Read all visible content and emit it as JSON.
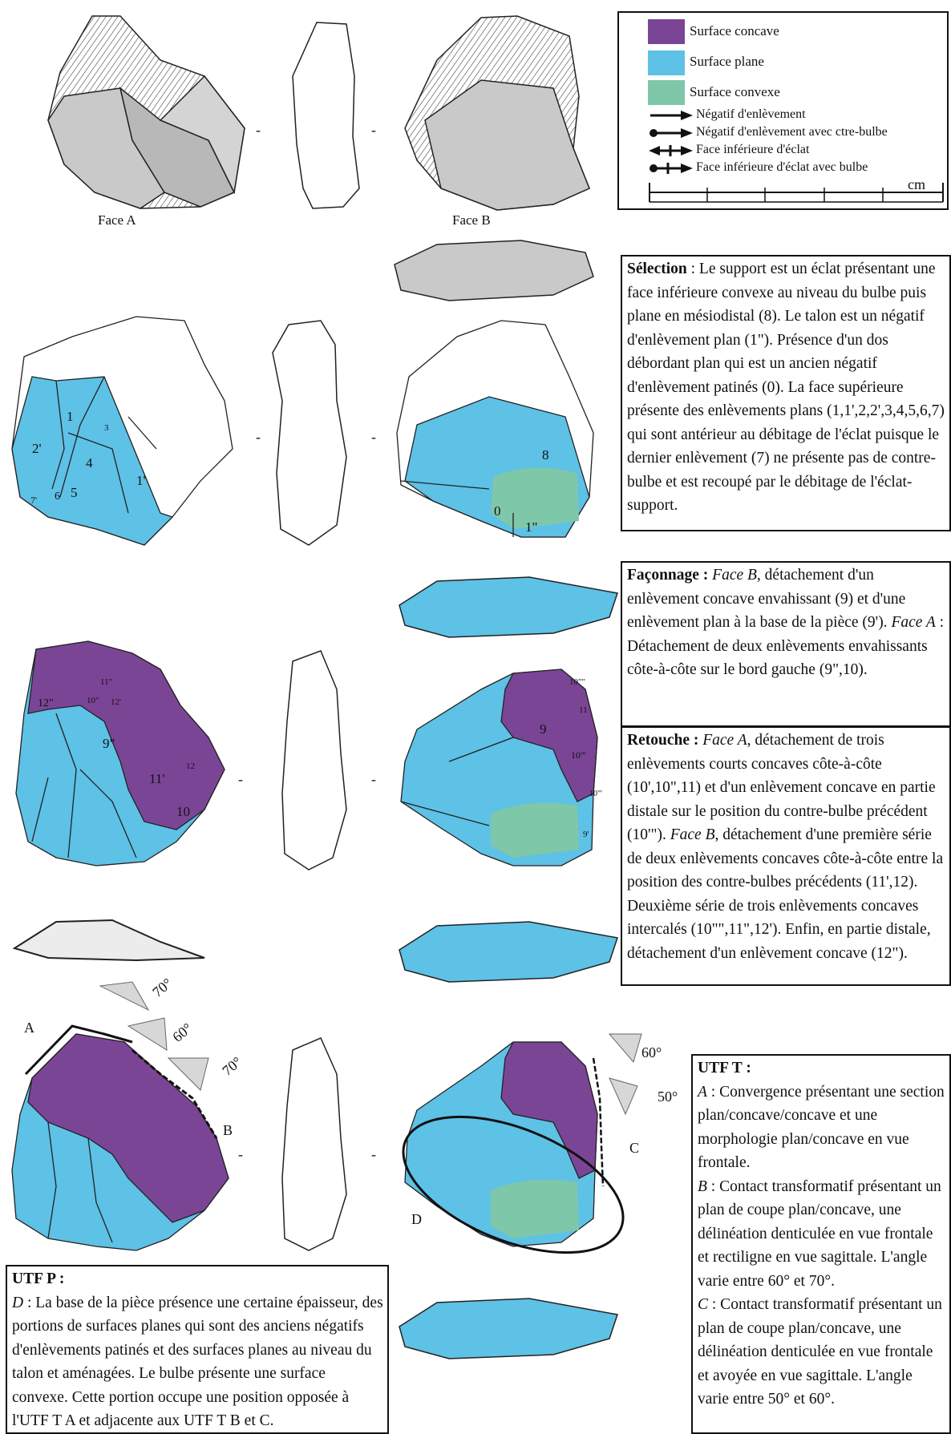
{
  "colors": {
    "concave": "#7b4596",
    "plane": "#5ec1e6",
    "convex": "#7ec7a9",
    "grey": "#c9c9c9",
    "outline": "#222222"
  },
  "legend": {
    "items": [
      {
        "label": "Surface concave",
        "color": "#7b4596"
      },
      {
        "label": "Surface plane",
        "color": "#5ec1e6"
      },
      {
        "label": "Surface convexe",
        "color": "#7ec7a9"
      }
    ],
    "arrows": [
      {
        "label": "Négatif d'enlèvement",
        "icon": "arrow-icon"
      },
      {
        "label": "Négatif d'enlèvement avec ctre-bulbe",
        "icon": "arrow-dot-icon"
      },
      {
        "label": "Face inférieure d'éclat",
        "icon": "arrow-cross-icon"
      },
      {
        "label": "Face inférieure d'éclat avec bulbe",
        "icon": "arrow-dot-cross-icon"
      }
    ],
    "scale_unit": "cm"
  },
  "captions": {
    "face_a": "Face A",
    "face_b": "Face B"
  },
  "separator": "-",
  "selection": {
    "title": "Sélection",
    "text": " : Le support est un éclat présentant une face inférieure convexe au niveau du bulbe puis plane en mésiodistal (8). Le talon est un négatif d'enlèvement plan (1\"). Présence d'un dos débordant plan qui est un ancien négatif d'enlèvement patinés (0). La face supérieure présente des enlèvements plans (1,1',2,2',3,4,5,6,7) qui sont antérieur au débitage de l'éclat puisque le dernier enlèvement (7) ne présente pas de contre-bulbe et est recoupé par le débitage de l'éclat-support."
  },
  "faconnage": {
    "title": "Façonnage :",
    "face_b": "Face B",
    "text1": ", détachement d'un enlèvement concave envahissant (9) et d'une enlèvement plan à la base de la pièce (9'). ",
    "face_a": "Face A",
    "text2": " : Détachement de deux enlèvements envahissants côte-à-côte sur le bord gauche (9\",10)."
  },
  "retouche": {
    "title": "Retouche :",
    "face_a": "Face A",
    "text1": ", détachement de trois enlèvements courts concaves côte-à-côte (10',10\",11) et d'un enlèvement concave en partie distale sur le position du contre-bulbe précédent (10'\"). ",
    "face_b": "Face B",
    "text2": ", détachement d'une première série de deux enlèvements concaves côte-à-côte entre la position des contre-bulbes précédents (11',12). Deuxième série de trois enlèvements concaves intercalés (10\"\",11\",12'). Enfin, en partie distale, détachement d'un enlèvement concave (12\")."
  },
  "utf_t": {
    "title": "UTF T :",
    "a_key": "A",
    "a_text": " : Convergence présentant une section plan/concave/concave et une morphologie plan/concave en vue frontale.",
    "b_key": "B",
    "b_text": " : Contact transformatif présentant un plan de coupe plan/concave, une délinéation denticulée en vue frontale et rectiligne en vue sagittale. L'angle varie entre 60° et 70°.",
    "c_key": "C",
    "c_text": " : Contact transformatif présentant un plan de coupe plan/concave, une délinéation denticulée en vue frontale et avoyée en vue sagittale. L'angle varie entre 50° et 60°."
  },
  "utf_p": {
    "title": "UTF P :",
    "d_key": "D",
    "d_text": " : La base de la pièce présence une certaine épaisseur, des portions de surfaces planes qui sont des anciens négatifs d'enlèvements patinés et des surfaces planes au niveau du talon et aménagées. Le bulbe présente une surface convexe. Cette portion occupe une position opposée à l'UTF T A et adjacente aux UTF T B et C."
  },
  "removal_labels": {
    "row2_a": [
      "1",
      "2'",
      "3",
      "4",
      "5",
      "6",
      "7'",
      "1'"
    ],
    "row2_b": [
      "8",
      "0",
      "1\""
    ],
    "row3_a": [
      "11\"",
      "12\"",
      "10\"",
      "12'",
      "9\"",
      "11'",
      "12",
      "10"
    ],
    "row3_b": [
      "10\"\"",
      "9",
      "11",
      "10'\"",
      "10\"'",
      "9'"
    ]
  },
  "utf_labels": {
    "a": "A",
    "b": "B",
    "c": "C",
    "d": "D"
  },
  "angles": {
    "a": "70°",
    "b1": "60°",
    "b2": "70°",
    "c1": "60°",
    "c2": "50°"
  }
}
